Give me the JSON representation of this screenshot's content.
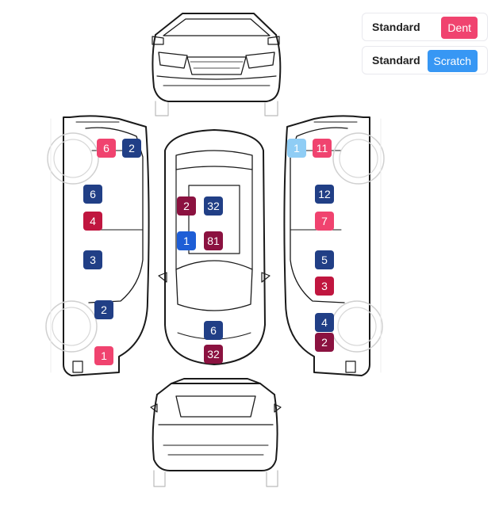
{
  "legend": [
    {
      "label": "Standard",
      "type": "Dent",
      "color": "#f0436f"
    },
    {
      "label": "Standard",
      "type": "Scratch",
      "color": "#3797f4"
    }
  ],
  "colors": {
    "navy": "#213f86",
    "crimson": "#c0163f",
    "maroon": "#8b1240",
    "pink": "#f0436f",
    "blue": "#1e5ed6",
    "lightblue": "#8fcdf5"
  },
  "markers": {
    "left_side": [
      {
        "value": "6",
        "color": "pink"
      },
      {
        "value": "2",
        "color": "navy"
      },
      {
        "value": "6",
        "color": "navy"
      },
      {
        "value": "4",
        "color": "crimson"
      },
      {
        "value": "3",
        "color": "navy"
      },
      {
        "value": "2",
        "color": "navy"
      },
      {
        "value": "1",
        "color": "pink"
      }
    ],
    "top_view": [
      {
        "value": "2",
        "color": "maroon"
      },
      {
        "value": "32",
        "color": "navy"
      },
      {
        "value": "1",
        "color": "blue"
      },
      {
        "value": "81",
        "color": "maroon"
      },
      {
        "value": "6",
        "color": "navy"
      },
      {
        "value": "32",
        "color": "maroon"
      }
    ],
    "right_side": [
      {
        "value": "1",
        "color": "lightblue"
      },
      {
        "value": "11",
        "color": "pink"
      },
      {
        "value": "12",
        "color": "navy"
      },
      {
        "value": "7",
        "color": "pink"
      },
      {
        "value": "5",
        "color": "navy"
      },
      {
        "value": "3",
        "color": "crimson"
      },
      {
        "value": "4",
        "color": "navy"
      },
      {
        "value": "2",
        "color": "maroon"
      }
    ]
  }
}
